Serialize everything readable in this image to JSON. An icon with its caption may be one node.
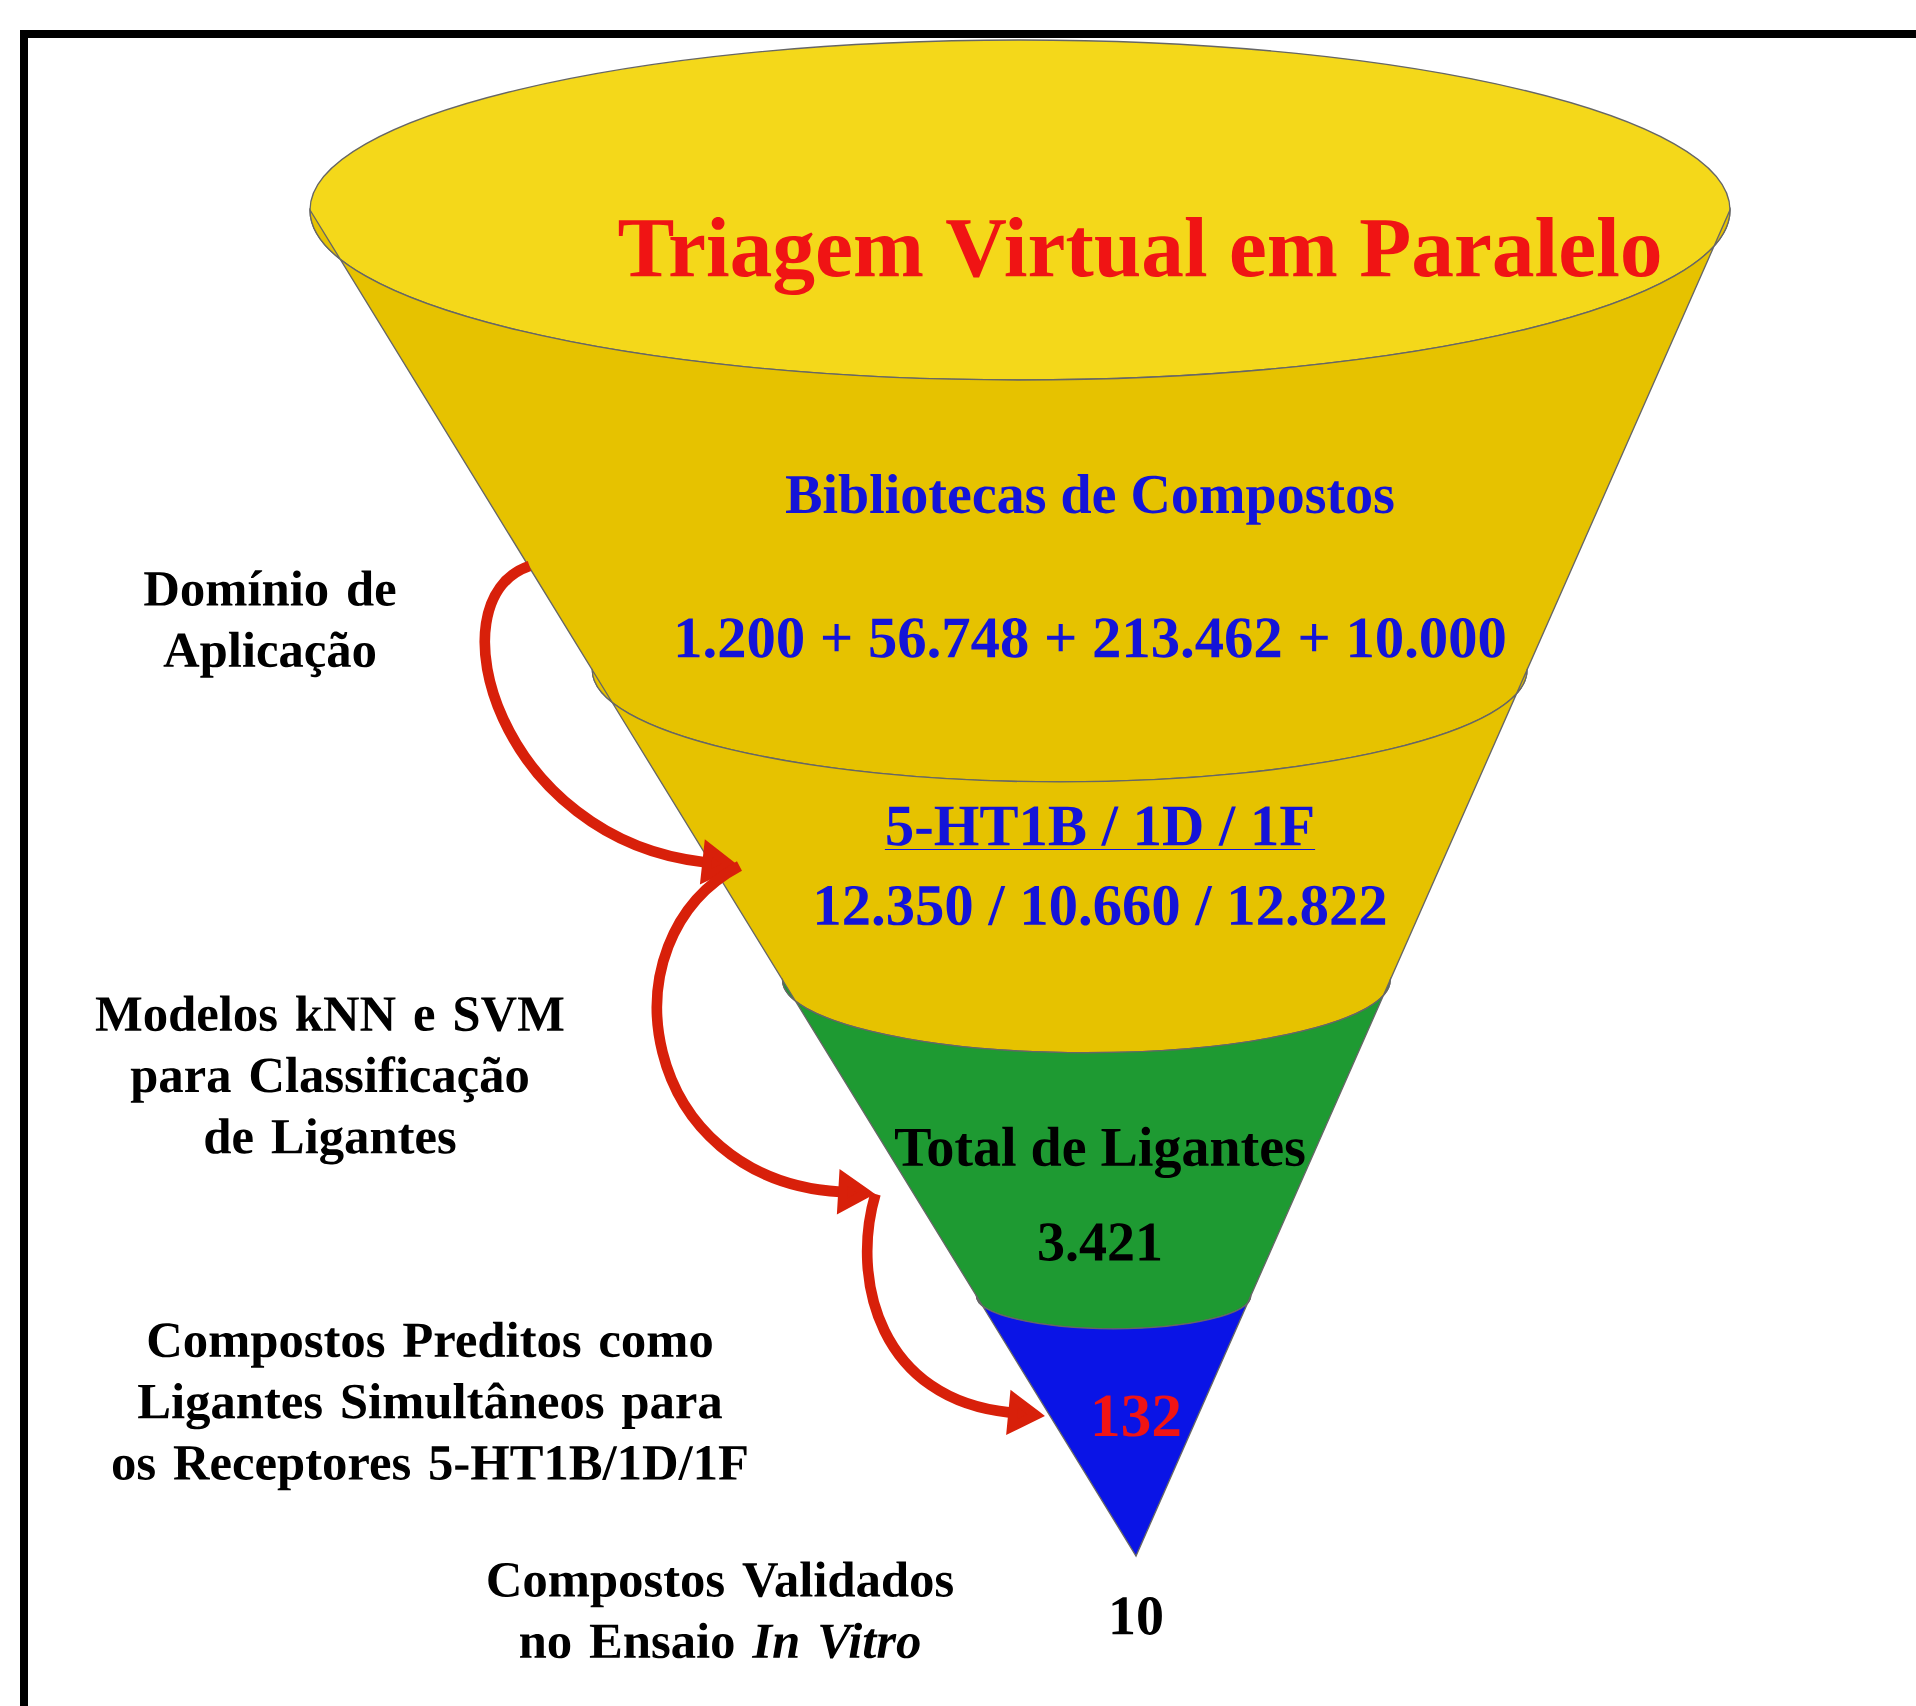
{
  "diagram": {
    "title": "Triagem Virtual em Paralelo",
    "nodes": [
      {
        "text": [
          "Bibliotecas de Compostos",
          "1.200 + 56.748 + 213.462 + 10.000"
        ]
      },
      {
        "text": [
          "5-HT1B / 1D / 1F",
          "12.350 / 10.660 / 12.822"
        ]
      },
      {
        "text": [
          "Total de Ligantes",
          "3.421"
        ]
      },
      {
        "text": [
          "132"
        ]
      }
    ],
    "edges": [
      {
        "from": 0,
        "to": 1,
        "arrow": "to",
        "label": "Domínio de Aplicação"
      },
      {
        "from": 1,
        "to": 2,
        "arrow": "to",
        "label": "Modelos kNN e SVM para Classificação de Ligantes"
      },
      {
        "from": 2,
        "to": 3,
        "arrow": "to",
        "label": "Compostos Preditos como Ligantes Simultâneos para os Receptores 5-HT1B/1D/1F"
      }
    ],
    "labels": [
      "Compostos Validados no Ensaio *In Vitro*",
      "10"
    ]
  }
}
